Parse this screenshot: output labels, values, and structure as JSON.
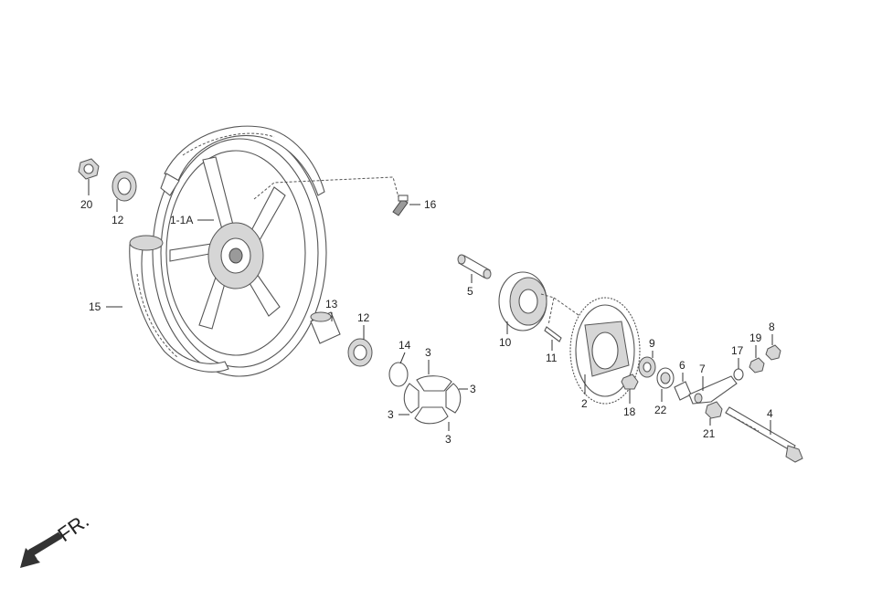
{
  "direction_label": "FR.",
  "callouts": {
    "c20": "20",
    "c12a": "12",
    "c1_1a": "1-1A",
    "c16": "16",
    "c15": "15",
    "c13": "13",
    "c12b": "12",
    "c14": "14",
    "c3a": "3",
    "c3b": "3",
    "c3c": "3",
    "c3d": "3",
    "c5": "5",
    "c10": "10",
    "c11": "11",
    "c2": "2",
    "c18": "18",
    "c9": "9",
    "c22": "22",
    "c6": "6",
    "c7": "7",
    "c17": "17",
    "c19": "19",
    "c8": "8",
    "c21": "21",
    "c4": "4"
  }
}
